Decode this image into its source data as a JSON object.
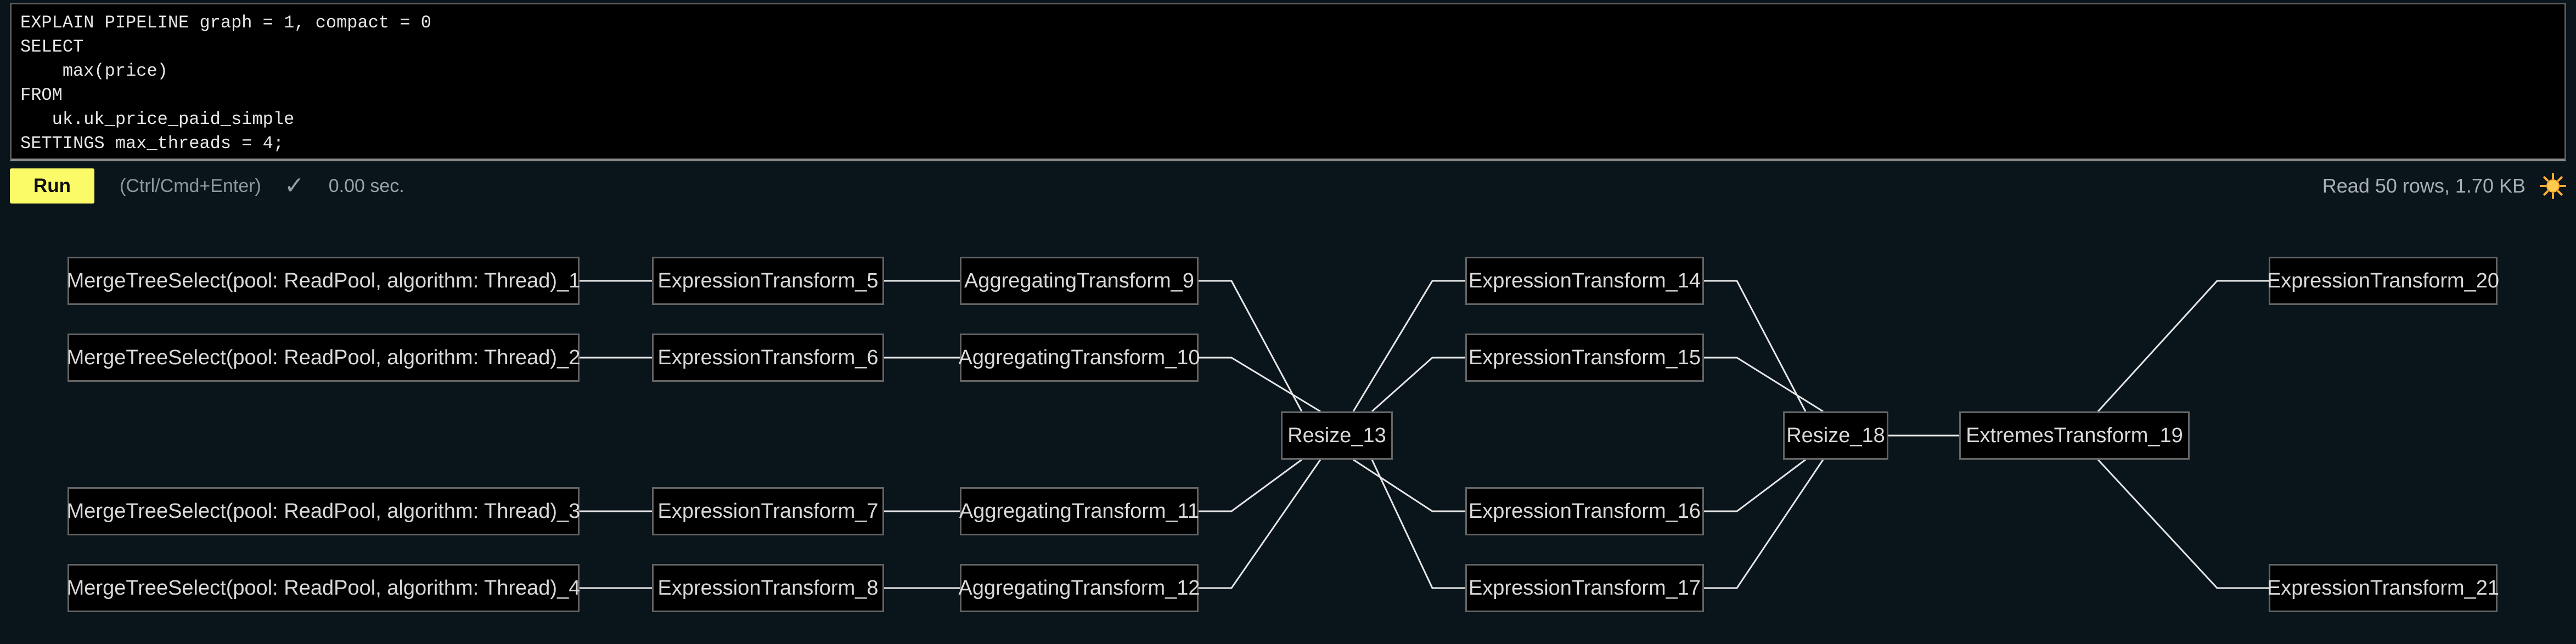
{
  "editor": {
    "sql": "EXPLAIN PIPELINE graph = 1, compact = 0\nSELECT\n    max(price)\nFROM\n   uk.uk_price_paid_simple\nSETTINGS max_threads = 4;"
  },
  "toolbar": {
    "run_label": "Run",
    "shortcut_hint": "(Ctrl/Cmd+Enter)",
    "check_icon": "✓",
    "elapsed": "0.00 sec.",
    "stats": "Read 50 rows, 1.70 KB",
    "theme_icon": "sun"
  },
  "colors": {
    "background": "#0a141b",
    "accent_yellow": "#fbfb67",
    "node_background": "#000000",
    "node_border": "#646464",
    "edge": "#e6e6e6",
    "sun_core": "#ffcb4c",
    "sun_rays": "#ffac33"
  },
  "graph": {
    "nodes": [
      {
        "id": "1",
        "label": "MergeTreeSelect(pool: ReadPool, algorithm: Thread)_1"
      },
      {
        "id": "2",
        "label": "MergeTreeSelect(pool: ReadPool, algorithm: Thread)_2"
      },
      {
        "id": "3",
        "label": "MergeTreeSelect(pool: ReadPool, algorithm: Thread)_3"
      },
      {
        "id": "4",
        "label": "MergeTreeSelect(pool: ReadPool, algorithm: Thread)_4"
      },
      {
        "id": "5",
        "label": "ExpressionTransform_5"
      },
      {
        "id": "6",
        "label": "ExpressionTransform_6"
      },
      {
        "id": "7",
        "label": "ExpressionTransform_7"
      },
      {
        "id": "8",
        "label": "ExpressionTransform_8"
      },
      {
        "id": "9",
        "label": "AggregatingTransform_9"
      },
      {
        "id": "10",
        "label": "AggregatingTransform_10"
      },
      {
        "id": "11",
        "label": "AggregatingTransform_11"
      },
      {
        "id": "12",
        "label": "AggregatingTransform_12"
      },
      {
        "id": "13",
        "label": "Resize_13"
      },
      {
        "id": "14",
        "label": "ExpressionTransform_14"
      },
      {
        "id": "15",
        "label": "ExpressionTransform_15"
      },
      {
        "id": "16",
        "label": "ExpressionTransform_16"
      },
      {
        "id": "17",
        "label": "ExpressionTransform_17"
      },
      {
        "id": "18",
        "label": "Resize_18"
      },
      {
        "id": "19",
        "label": "ExtremesTransform_19"
      },
      {
        "id": "20",
        "label": "ExpressionTransform_20"
      },
      {
        "id": "21",
        "label": "ExpressionTransform_21"
      }
    ],
    "edges": [
      {
        "from": "1",
        "to": "5"
      },
      {
        "from": "2",
        "to": "6"
      },
      {
        "from": "3",
        "to": "7"
      },
      {
        "from": "4",
        "to": "8"
      },
      {
        "from": "5",
        "to": "9"
      },
      {
        "from": "6",
        "to": "10"
      },
      {
        "from": "7",
        "to": "11"
      },
      {
        "from": "8",
        "to": "12"
      },
      {
        "from": "9",
        "to": "13"
      },
      {
        "from": "10",
        "to": "13"
      },
      {
        "from": "11",
        "to": "13"
      },
      {
        "from": "12",
        "to": "13"
      },
      {
        "from": "13",
        "to": "14"
      },
      {
        "from": "13",
        "to": "15"
      },
      {
        "from": "13",
        "to": "16"
      },
      {
        "from": "13",
        "to": "17"
      },
      {
        "from": "14",
        "to": "18"
      },
      {
        "from": "15",
        "to": "18"
      },
      {
        "from": "16",
        "to": "18"
      },
      {
        "from": "17",
        "to": "18"
      },
      {
        "from": "18",
        "to": "19"
      },
      {
        "from": "19",
        "to": "20"
      },
      {
        "from": "19",
        "to": "21"
      }
    ]
  }
}
